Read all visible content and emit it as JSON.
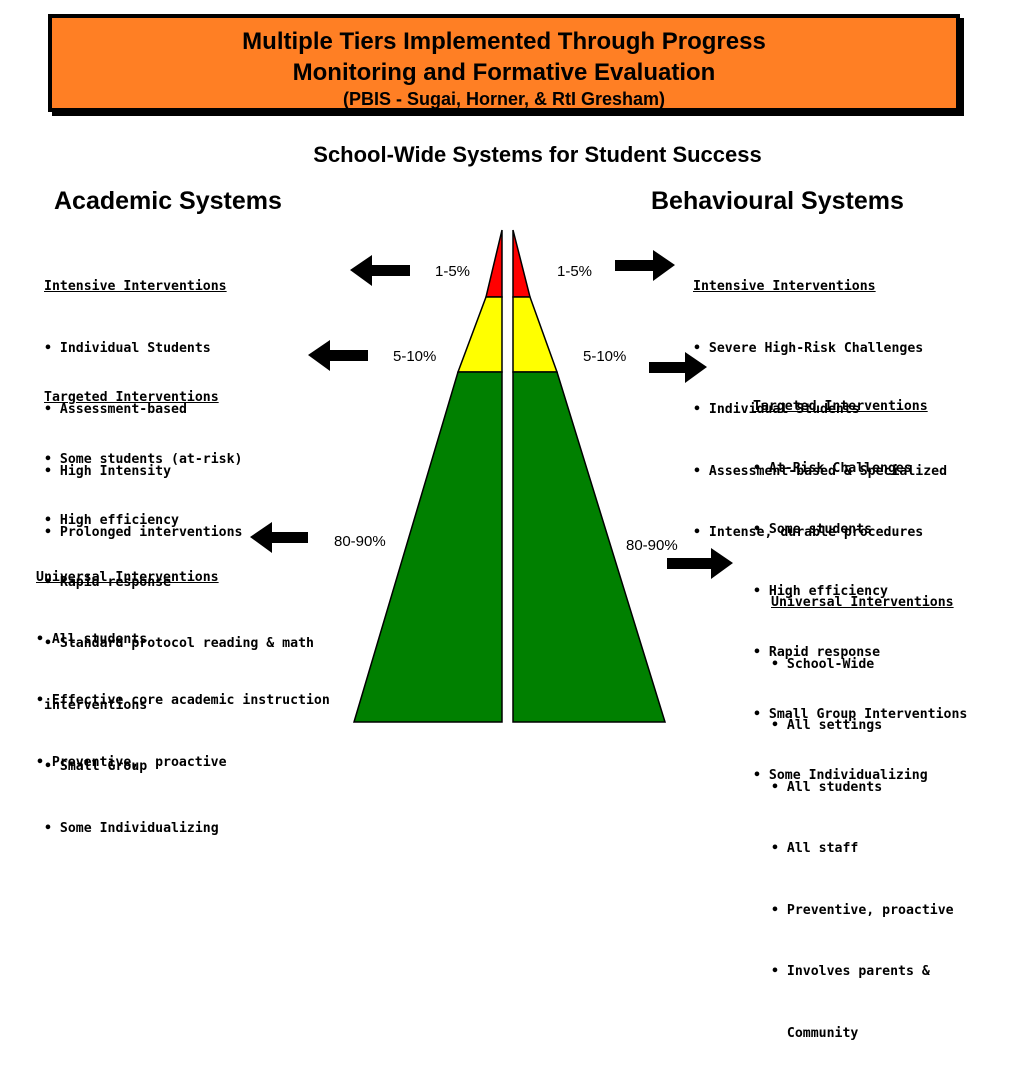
{
  "title": {
    "line1": "Multiple Tiers Implemented Through Progress",
    "line2": "Monitoring and Formative Evaluation",
    "line3": "(PBIS - Sugai, Horner, & RtI Gresham)"
  },
  "subtitle": "School-Wide Systems for Student Success",
  "academic": {
    "heading": "Academic Systems",
    "intensive": {
      "head": "Intensive Interventions",
      "items": [
        "• Individual Students",
        "• Assessment-based",
        "• High Intensity",
        "• Prolonged interventions"
      ]
    },
    "targeted": {
      "head": "Targeted Interventions",
      "items": [
        "• Some students (at-risk)",
        "• High efficiency",
        "• Rapid response",
        "• Standard protocol reading & math",
        "interventions",
        "• Small Group",
        "• Some Individualizing"
      ]
    },
    "universal": {
      "head": "Universal Interventions",
      "items": [
        "• All students",
        "• Effective core academic instruction",
        "• Preventive,  proactive"
      ]
    }
  },
  "behavioural": {
    "heading": "Behavioural Systems",
    "intensive": {
      "head": "Intensive Interventions",
      "items": [
        "• Severe High-Risk Challenges",
        "• Individual Students",
        "• Assessment-based & Specialized",
        "• Intense, durable procedures"
      ]
    },
    "targeted": {
      "head": "Targeted Interventions",
      "items": [
        "• At-Risk Challenges",
        "• Some students",
        "• High efficiency",
        "• Rapid response",
        "• Small Group Interventions",
        "• Some Individualizing"
      ]
    },
    "universal": {
      "head": "Universal Interventions",
      "items": [
        "• School-Wide",
        "• All settings",
        "• All students",
        "• All staff",
        "• Preventive, proactive",
        "• Involves parents &",
        "  Community"
      ]
    }
  },
  "percentages": {
    "top": "1-5%",
    "middle": "5-10%",
    "bottom": "80-90%"
  },
  "colors": {
    "header_bg": "#ff7f24",
    "tier_top": "#ff0000",
    "tier_middle": "#ffff00",
    "tier_bottom": "#008000"
  }
}
